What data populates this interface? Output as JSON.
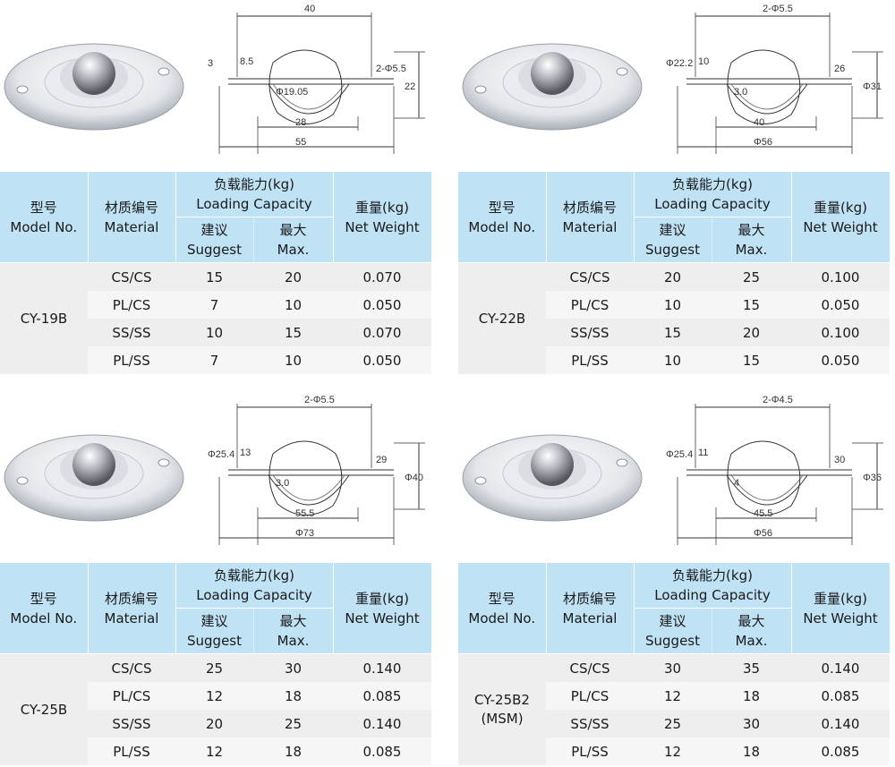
{
  "header": {
    "model_cn": "型号",
    "model_en": "Model No.",
    "material_cn": "材质编号",
    "material_en": "Material",
    "load_cn": "负载能力(kg)",
    "load_en": "Loading Capacity",
    "suggest_cn": "建议",
    "suggest_en": "Suggest",
    "max_cn": "最大",
    "max_en": "Max.",
    "weight_cn": "重量(kg)",
    "weight_en": "Net Weight"
  },
  "products": [
    {
      "model": "CY-19B",
      "model_line2": "",
      "dims": {
        "d1": "40",
        "d2": "3",
        "d3": "8.5",
        "d4": "Φ19.05",
        "d5": "2-Φ5.5",
        "d6": "22",
        "d7": "28",
        "d8": "55"
      },
      "rows": [
        {
          "material": "CS/CS",
          "suggest": "15",
          "max": "20",
          "weight": "0.070"
        },
        {
          "material": "PL/CS",
          "suggest": "7",
          "max": "10",
          "weight": "0.050"
        },
        {
          "material": "SS/SS",
          "suggest": "10",
          "max": "15",
          "weight": "0.070"
        },
        {
          "material": "PL/SS",
          "suggest": "7",
          "max": "10",
          "weight": "0.050"
        }
      ]
    },
    {
      "model": "CY-22B",
      "model_line2": "",
      "dims": {
        "d1": "2-Φ5.5",
        "d2": "Φ22.2",
        "d3": "10",
        "d4": "3.0",
        "d5": "26",
        "d6": "Φ31",
        "d7": "40",
        "d8": "Φ56"
      },
      "rows": [
        {
          "material": "CS/CS",
          "suggest": "20",
          "max": "25",
          "weight": "0.100"
        },
        {
          "material": "PL/CS",
          "suggest": "10",
          "max": "15",
          "weight": "0.050"
        },
        {
          "material": "SS/SS",
          "suggest": "15",
          "max": "20",
          "weight": "0.100"
        },
        {
          "material": "PL/SS",
          "suggest": "10",
          "max": "15",
          "weight": "0.050"
        }
      ]
    },
    {
      "model": "CY-25B",
      "model_line2": "",
      "dims": {
        "d1": "2-Φ5.5",
        "d2": "Φ25.4",
        "d3": "13",
        "d4": "3.0",
        "d5": "29",
        "d6": "Φ40",
        "d7": "55.5",
        "d8": "Φ73"
      },
      "rows": [
        {
          "material": "CS/CS",
          "suggest": "25",
          "max": "30",
          "weight": "0.140"
        },
        {
          "material": "PL/CS",
          "suggest": "12",
          "max": "18",
          "weight": "0.085"
        },
        {
          "material": "SS/SS",
          "suggest": "20",
          "max": "25",
          "weight": "0.140"
        },
        {
          "material": "PL/SS",
          "suggest": "12",
          "max": "18",
          "weight": "0.085"
        }
      ]
    },
    {
      "model": "CY-25B2",
      "model_line2": "(MSM)",
      "dims": {
        "d1": "2-Φ4.5",
        "d2": "Φ25.4",
        "d3": "11",
        "d4": "4",
        "d5": "30",
        "d6": "Φ36",
        "d7": "45.5",
        "d8": "Φ56"
      },
      "rows": [
        {
          "material": "CS/CS",
          "suggest": "30",
          "max": "35",
          "weight": "0.140"
        },
        {
          "material": "PL/CS",
          "suggest": "12",
          "max": "18",
          "weight": "0.085"
        },
        {
          "material": "SS/SS",
          "suggest": "25",
          "max": "30",
          "weight": "0.140"
        },
        {
          "material": "PL/SS",
          "suggest": "12",
          "max": "18",
          "weight": "0.085"
        }
      ]
    }
  ]
}
